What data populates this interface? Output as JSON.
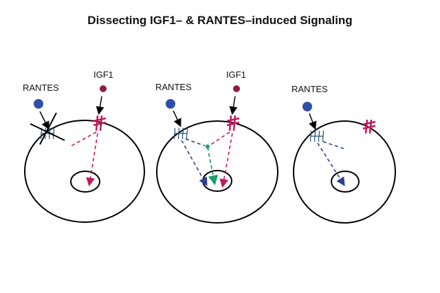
{
  "title": "Dissecting IGF1– & RANTES–induced Signaling",
  "labels": {
    "rantes": "RANTES",
    "igf1": "IGF1"
  },
  "colors": {
    "rantes_ligand": "#2f4fa8",
    "igf1_ligand": "#8e1d44",
    "igf1_receptor": "#c2185b",
    "rantes_receptor": "#1f4e79",
    "rantes_pathway": "#2d3f8f",
    "igf1_pathway": "#c2185b",
    "combined_pathway": "#1a9e6a",
    "outline": "#000000"
  },
  "panels": [
    {
      "name": "rantes-receptor-blocked",
      "rantes_label": "RANTES",
      "igf1_label": "IGF1",
      "rantes_receptor_blocked": true,
      "igf1_present": true
    },
    {
      "name": "both-ligands-active",
      "rantes_label": "RANTES",
      "igf1_label": "IGF1",
      "rantes_receptor_blocked": false,
      "igf1_present": true
    },
    {
      "name": "rantes-only",
      "rantes_label": "RANTES",
      "igf1_label": "",
      "rantes_receptor_blocked": false,
      "igf1_present": false
    }
  ]
}
